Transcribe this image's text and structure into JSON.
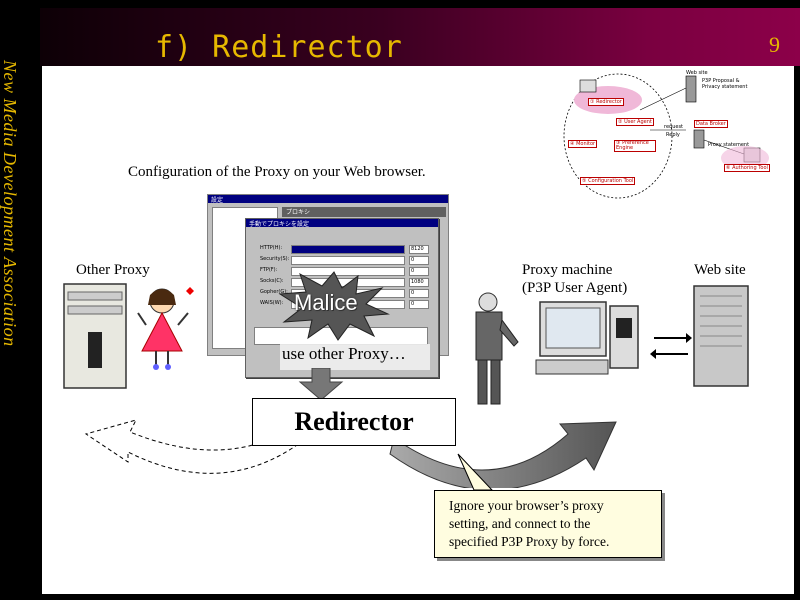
{
  "slide": {
    "title": "f) Redirector",
    "page_number": "9",
    "organization": "New Media Development Association"
  },
  "labels": {
    "config_caption": "Configuration of the Proxy on your Web browser.",
    "other_proxy": "Other Proxy",
    "proxy_machine_line1": "Proxy machine",
    "proxy_machine_line2": "(P3P User Agent)",
    "web_site": "Web site",
    "malice": "Malice",
    "use_other_proxy": "use other Proxy…",
    "redirector": "Redirector"
  },
  "callout": {
    "line1": "Ignore your browser’s proxy",
    "line2": "setting, and connect to the",
    "line3": "specified P3P Proxy by force."
  },
  "dialog": {
    "title": "設定",
    "tab": "プロキシ",
    "sub_title": "手動でプロキシを設定",
    "rows": [
      {
        "label": "HTTP(H):",
        "port": "8120"
      },
      {
        "label": "Security(S):",
        "port": "0"
      },
      {
        "label": "FTP(F):",
        "port": "0"
      },
      {
        "label": "Socks(C):",
        "port": "1080"
      },
      {
        "label": "Gopher(G):",
        "port": "0"
      },
      {
        "label": "WAIS(W):",
        "port": "0"
      }
    ]
  },
  "diagram_mini": {
    "redirector": "① Redirector",
    "user_agent": "② User Agent",
    "monitor": "④ Monitor",
    "preference": "③ Preference Engine",
    "config_tool": "⑤ Configuration Tool",
    "website": "Web site",
    "p3p": "P3P Proposal & Privacy statement",
    "data_broker": "Data Broker",
    "proxy_stmt": "Proxy statement",
    "authoring": "⑥ Authoring Tool",
    "request": "request",
    "reply": "Reply"
  },
  "colors": {
    "title_gold": "#e6b800",
    "header_magenta": "#8c0049"
  }
}
